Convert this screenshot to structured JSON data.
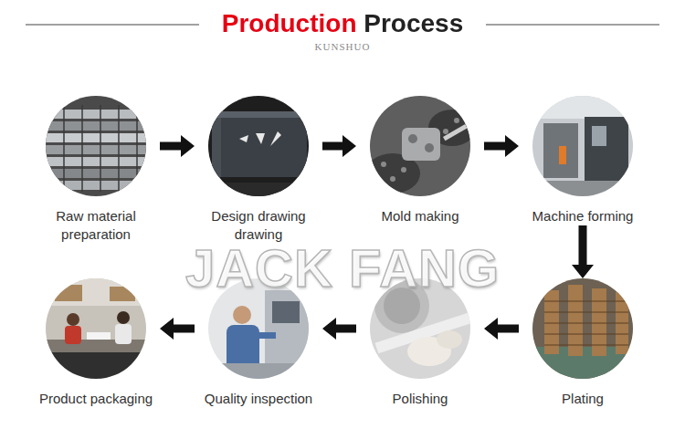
{
  "diagram": {
    "title": "Production Process",
    "nodes": [
      {
        "text": [
          "Raw material preparation"
        ]
      },
      {
        "text": [
          "Design drawing drawing"
        ]
      },
      {
        "text": [
          "Mold making"
        ]
      },
      {
        "text": [
          "Machine forming"
        ]
      },
      {
        "text": [
          "Plating"
        ]
      },
      {
        "text": [
          "Polishing"
        ]
      },
      {
        "text": [
          "Quality inspection"
        ]
      },
      {
        "text": [
          "Product packaging"
        ]
      }
    ],
    "edges": [
      {
        "from": 0,
        "to": 1,
        "arrow": "to"
      },
      {
        "from": 1,
        "to": 2,
        "arrow": "to"
      },
      {
        "from": 2,
        "to": 3,
        "arrow": "to"
      },
      {
        "from": 3,
        "to": 4,
        "arrow": "to"
      },
      {
        "from": 4,
        "to": 5,
        "arrow": "to"
      },
      {
        "from": 5,
        "to": 6,
        "arrow": "to"
      },
      {
        "from": 6,
        "to": 7,
        "arrow": "to"
      }
    ],
    "labels": [
      "KUNSHUO",
      "JACK FANG"
    ]
  }
}
